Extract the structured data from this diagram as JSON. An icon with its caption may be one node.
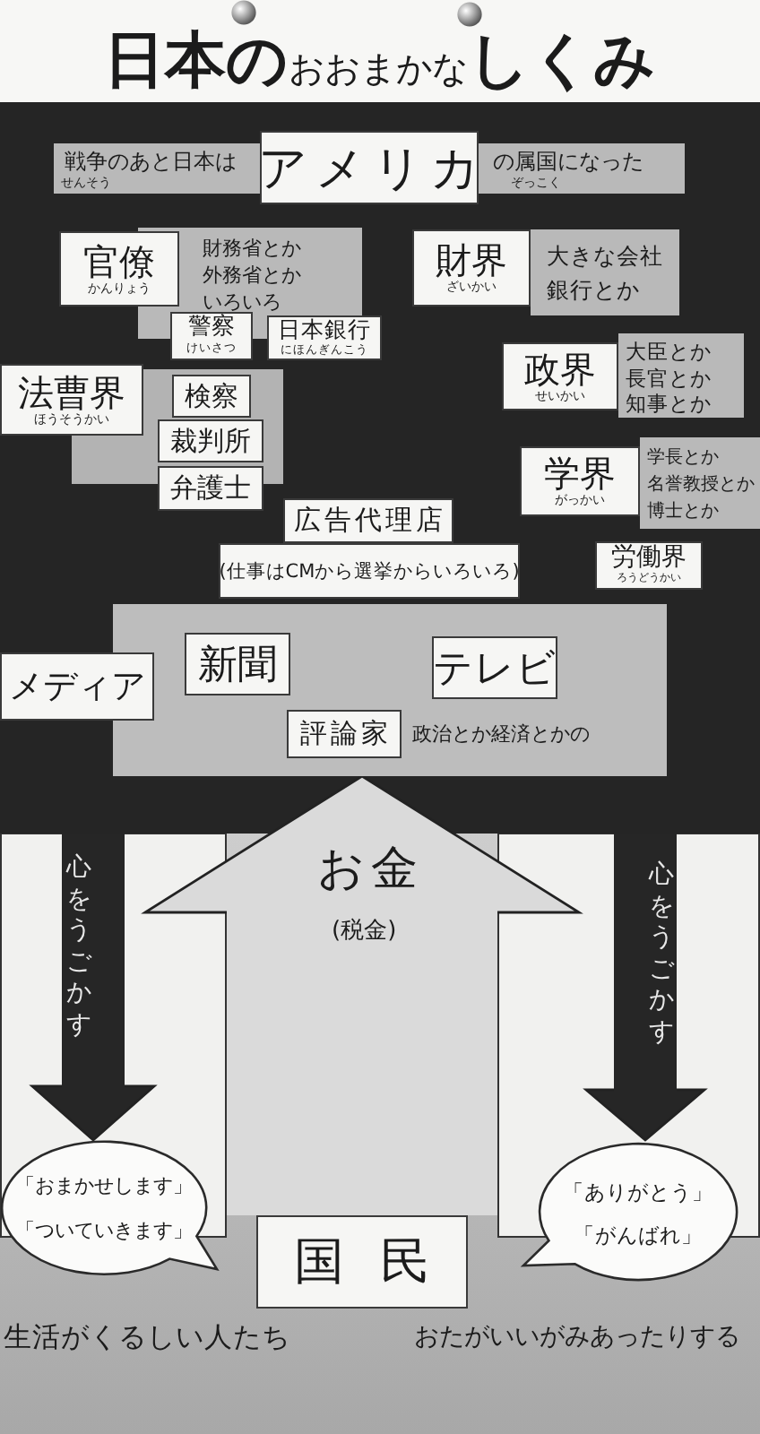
{
  "diagram": {
    "title": "**日本の**おおまかな**しくみ**",
    "nodes": [
      {
        "text": [],
        "shape": "box"
      },
      {
        "text": [
          "戦争のあと日本は",
          "せんそう"
        ],
        "in": 0
      },
      {
        "text": [
          "アメリカ"
        ],
        "in": 0
      },
      {
        "text": [
          "の属国になった",
          "ぞっこく"
        ],
        "in": 0
      },
      {
        "text": [
          "官僚",
          "かんりょう"
        ],
        "in": 0
      },
      {
        "text": [
          "財務省とか",
          "外務省とか",
          "いろいろ"
        ],
        "in": 0
      },
      {
        "text": [
          "財界",
          "ざいかい"
        ],
        "in": 0
      },
      {
        "text": [
          "大きな会社",
          "銀行とか"
        ],
        "in": 0
      },
      {
        "text": [
          "警察",
          "けいさつ"
        ],
        "in": 0
      },
      {
        "text": [
          "日本銀行",
          "にほんぎんこう"
        ],
        "in": 0
      },
      {
        "text": [
          "政界",
          "せいかい"
        ],
        "in": 0
      },
      {
        "text": [
          "大臣とか",
          "長官とか",
          "知事とか"
        ],
        "in": 0
      },
      {
        "text": [
          "法曹界",
          "ほうそうかい"
        ],
        "in": 0
      },
      {
        "text": [],
        "shape": "box",
        "in": 0
      },
      {
        "text": [
          "検察"
        ],
        "in": 13
      },
      {
        "text": [
          "裁判所"
        ],
        "in": 13
      },
      {
        "text": [
          "弁護士"
        ],
        "in": 0
      },
      {
        "text": [
          "学界",
          "がっかい"
        ],
        "in": 0
      },
      {
        "text": [
          "学長とか",
          "名誉教授とか",
          "博士とか"
        ],
        "in": 0
      },
      {
        "text": [
          "広告代理店"
        ],
        "in": 0
      },
      {
        "text": [
          "(仕事はCMから選挙からいろいろ)"
        ],
        "in": 0
      },
      {
        "text": [
          "労働界",
          "ろうどうかい"
        ],
        "in": 0
      },
      {
        "text": [],
        "shape": "box",
        "in": 0
      },
      {
        "text": [
          "メディア"
        ],
        "in": 0
      },
      {
        "text": [
          "新聞"
        ],
        "in": 22
      },
      {
        "text": [
          "テレビ"
        ],
        "in": 22
      },
      {
        "text": [
          "評論家"
        ],
        "in": 22,
        "beside": [
          "政治とか経済とかの"
        ]
      },
      {
        "text": [
          "「おまかせします」",
          "「ついていきます」"
        ]
      },
      {
        "text": [
          "「ありがとう」",
          "「がんばれ」"
        ]
      },
      {
        "text": [
          "国民"
        ]
      }
    ],
    "edges": [
      {
        "from": 0,
        "to": 27,
        "arrow": "to",
        "label": "心をうごかす",
        "style": "thick"
      },
      {
        "from": 0,
        "to": 28,
        "arrow": "to",
        "label": "心をうごかす",
        "style": "thick"
      },
      {
        "from": 29,
        "to": 22,
        "arrow": "to",
        "label": "お金",
        "style": "thick",
        "color": "#dadada"
      }
    ],
    "labels": [
      "(税金)",
      "生活がくるしい人たち",
      "おたがいいがみあったりする"
    ]
  }
}
